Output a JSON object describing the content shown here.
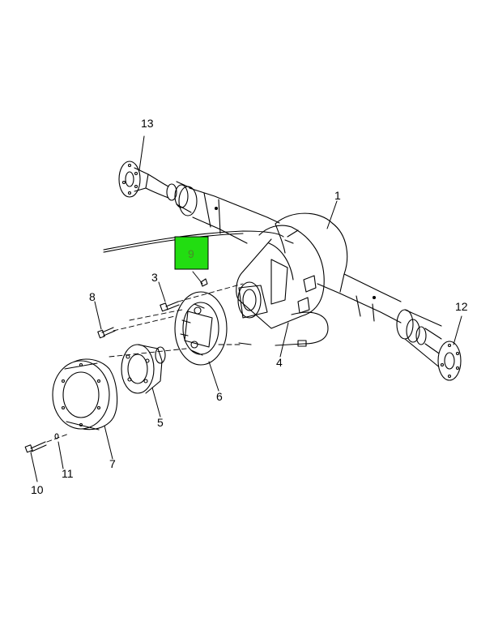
{
  "callouts": {
    "c1": "1",
    "c3": "3",
    "c4": "4",
    "c5": "5",
    "c6": "6",
    "c7": "7",
    "c8": "8",
    "c9": "9",
    "c10": "10",
    "c11": "11",
    "c12": "12",
    "c13": "13"
  },
  "highlight": {
    "callout": "9",
    "color": "#22dd11"
  },
  "footer": {
    "left": "",
    "right": ""
  }
}
